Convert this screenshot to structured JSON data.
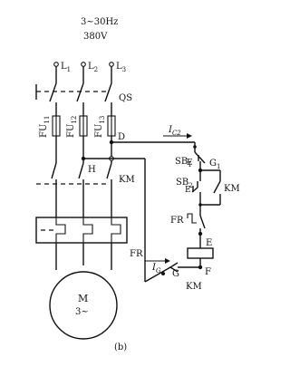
{
  "header": {
    "freq": "3~30Hz",
    "voltage": "380V"
  },
  "phases": [
    "L",
    "L",
    "L"
  ],
  "phase_subs": [
    "1",
    "2",
    "3"
  ],
  "labels": {
    "qs": "QS",
    "fu_base": "FU",
    "fu_subs": [
      "11",
      "12",
      "13"
    ],
    "d": "D",
    "h": "H",
    "km": "KM",
    "fr": "FR",
    "motor_m": "M",
    "motor_3": "3~",
    "ic2_base": "I",
    "ic2_sub": "C2",
    "sb2_base": "SB",
    "sb2_sub": "2",
    "sb1_base": "SB",
    "sb1_sub": "1",
    "e_sb": "E",
    "g1_base": "G",
    "g1_sub": "1",
    "km_right": "KM",
    "fr_right": "FR",
    "e_node": "E",
    "ig_base": "I",
    "ig_sub": "G",
    "g_node": "G",
    "f_node": "F",
    "km_coil": "KM",
    "caption": "(b)"
  }
}
